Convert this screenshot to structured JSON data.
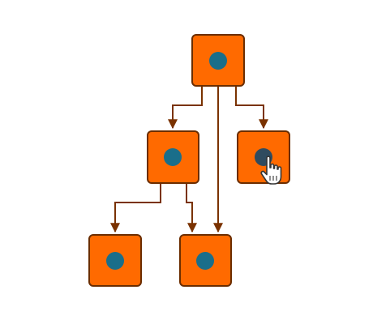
{
  "diagram": {
    "colors": {
      "background": "#ffffff",
      "node_fill": "#ff6a00",
      "node_stroke": "#6b2d00",
      "edge": "#7a3200",
      "dot": "#1a6e8a",
      "dot_active": "#2f4b5f",
      "cursor_fill": "#ffffff",
      "cursor_stroke": "#333333"
    },
    "nodes": [
      {
        "id": "root",
        "state": "default"
      },
      {
        "id": "left-child",
        "state": "default"
      },
      {
        "id": "right-child",
        "state": "hovered"
      },
      {
        "id": "grandchild-left",
        "state": "default"
      },
      {
        "id": "grandchild-right",
        "state": "default"
      }
    ],
    "edges": [
      {
        "from": "root",
        "to": "left-child"
      },
      {
        "from": "root",
        "to": "right-child"
      },
      {
        "from": "root",
        "to": "grandchild-right"
      },
      {
        "from": "left-child",
        "to": "grandchild-left"
      },
      {
        "from": "left-child",
        "to": "grandchild-right"
      }
    ],
    "cursor": {
      "icon": "hand-pointer-icon",
      "over_node": "right-child"
    }
  }
}
